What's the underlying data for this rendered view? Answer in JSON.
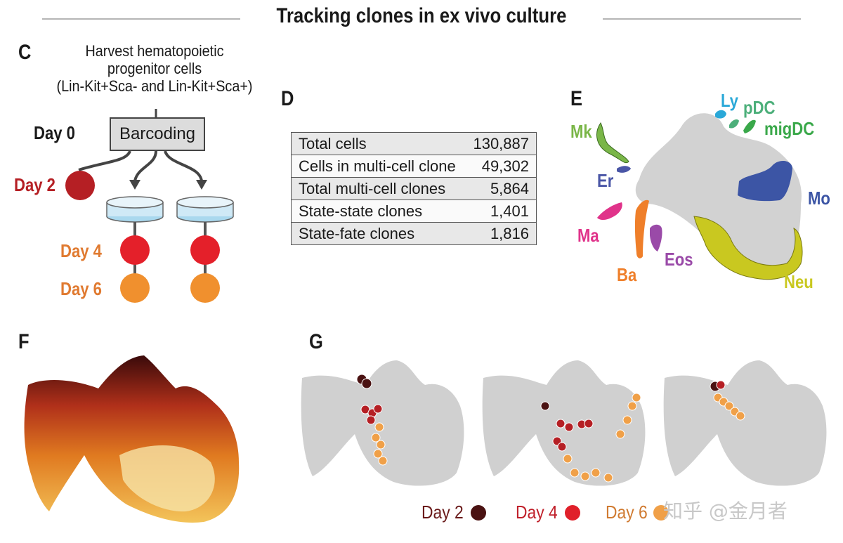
{
  "header": {
    "title": "Tracking clones in ex vivo culture"
  },
  "panel_c": {
    "letter": "C",
    "harvest_line1": "Harvest hematopoietic",
    "harvest_line2": "progenitor cells",
    "harvest_line3": "(Lin-Kit+Sca- and Lin-Kit+Sca+)",
    "day0": "Day 0",
    "barcoding": "Barcoding",
    "day2": "Day 2",
    "day4": "Day 4",
    "day6": "Day 6"
  },
  "panel_d": {
    "letter": "D",
    "rows": [
      {
        "label": "Total cells",
        "value": "130,887"
      },
      {
        "label": "Cells in multi-cell clone",
        "value": "49,302"
      },
      {
        "label": "Total multi-cell clones",
        "value": "5,864"
      },
      {
        "label": "State-state clones",
        "value": "1,401"
      },
      {
        "label": "State-fate clones",
        "value": "1,816"
      }
    ]
  },
  "panel_e": {
    "letter": "E",
    "labels": {
      "ly": "Ly",
      "pdc": "pDC",
      "migdc": "migDC",
      "mk": "Mk",
      "er": "Er",
      "mo": "Mo",
      "ma": "Ma",
      "ba": "Ba",
      "eos": "Eos",
      "neu": "Neu"
    },
    "colors": {
      "ly": "#2aa8d8",
      "pdc": "#4caf7a",
      "migdc": "#3aa84a",
      "mk": "#7ab648",
      "er": "#4a56a6",
      "mo": "#3c55a5",
      "ma": "#e0338a",
      "ba": "#ef7f2a",
      "eos": "#9a4aa8",
      "neu": "#c9c820",
      "cloud": "#d2d2d2"
    }
  },
  "panel_f": {
    "letter": "F"
  },
  "panel_g": {
    "letter": "G"
  },
  "legend": {
    "day2": "Day 2",
    "day4": "Day 4",
    "day6": "Day 6",
    "day2_color": "#4a1212",
    "day4_color": "#e0202a",
    "day6_color": "#f0a048"
  },
  "colors": {
    "day2_dot": "#b51f24",
    "day4_dot": "#e4202a",
    "day6_dot": "#f0902e",
    "day2_label": "#b51f24",
    "day4_label": "#e07a30",
    "day6_label": "#e07a30",
    "dish": "#8ecae6"
  },
  "watermark": "知乎 @金月者"
}
